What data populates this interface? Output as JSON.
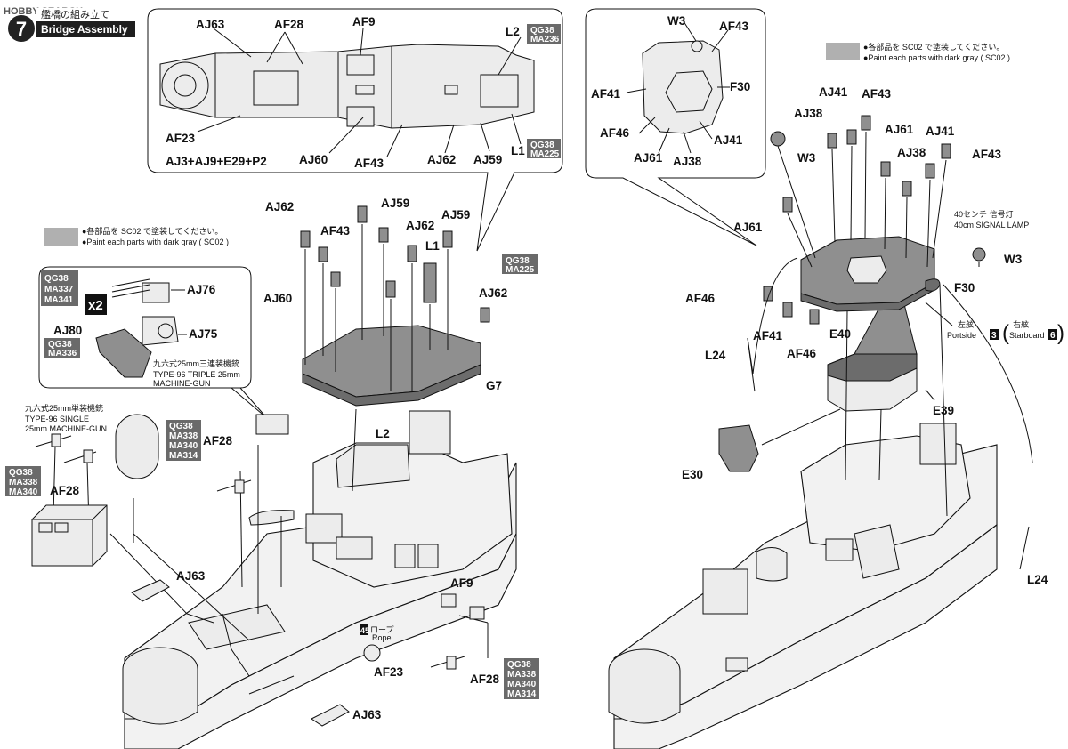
{
  "header": {
    "logo": "HOBBY SEARCH",
    "step_number": "7",
    "title_jp": "艦橋の組み立て",
    "title_en": "Bridge Assembly"
  },
  "notes": {
    "left_jp": "●各部品を SC02 で塗装してください。",
    "left_en": "●Paint each parts with dark gray ( SC02 )",
    "right_jp": "●各部品を SC02 で塗装してください。",
    "right_en": "●Paint each parts with dark gray ( SC02 )"
  },
  "inset_top_left": {
    "labels": [
      "AJ63",
      "AF28",
      "AF9",
      "L2",
      "AF23",
      "AJ3+AJ9+E29+P2",
      "AJ60",
      "AF43",
      "AJ62",
      "AJ59",
      "L1"
    ],
    "codes_l2": [
      "QG38",
      "MA236"
    ],
    "codes_l1": [
      "QG38",
      "MA225"
    ]
  },
  "inset_top_right": {
    "labels": [
      "W3",
      "AF43",
      "AF41",
      "F30",
      "AF46",
      "AJ41",
      "AJ61",
      "AJ38"
    ]
  },
  "gun_inset": {
    "codes": [
      "QG38",
      "MA337",
      "MA341"
    ],
    "multiplier": "x2",
    "labels": [
      "AJ76",
      "AJ80",
      "AJ75"
    ],
    "aj80_codes": [
      "QG38",
      "MA336"
    ],
    "caption_jp": "九六式25mm三連装機銃",
    "caption_en_1": "TYPE-96 TRIPLE 25mm",
    "caption_en_2": "MACHINE-GUN"
  },
  "single_gun": {
    "caption_jp": "九六式25mm単装機銃",
    "caption_en_1": "TYPE-96 SINGLE",
    "caption_en_2": "25mm MACHINE-GUN",
    "codes": [
      "QG38",
      "MA338",
      "MA340"
    ],
    "label": "AF28"
  },
  "left_main": {
    "labels": [
      "AJ62",
      "AJ59",
      "AJ62",
      "AJ59",
      "AF43",
      "L1",
      "AJ60",
      "AJ62",
      "G7",
      "L2",
      "AF28",
      "AJ63",
      "AF9",
      "AF23",
      "AF28",
      "AJ63"
    ],
    "l1_codes": [
      "QG38",
      "MA225"
    ],
    "mid_codes": [
      "QG38",
      "MA338",
      "MA340",
      "MA314"
    ],
    "bottom_codes": [
      "QG38",
      "MA338",
      "MA340",
      "MA314"
    ],
    "rope_num": "45",
    "rope_jp": "ロープ",
    "rope_en": "Rope"
  },
  "right_main": {
    "labels": [
      "AJ41",
      "AF43",
      "AJ38",
      "AJ61",
      "W3",
      "AJ41",
      "AJ38",
      "AF43",
      "AJ61",
      "W3",
      "F30",
      "AF46",
      "AF41",
      "AF46",
      "E40",
      "L24",
      "E39",
      "E30",
      "L24"
    ],
    "lamp_jp": "40センチ 信号灯",
    "lamp_en": "40cm SIGNAL LAMP",
    "portside_jp": "左舷",
    "portside_en": "Portside",
    "portside_num": "3",
    "starboard_jp": "右舷",
    "starboard_en": "Starboard",
    "starboard_num": "6"
  }
}
